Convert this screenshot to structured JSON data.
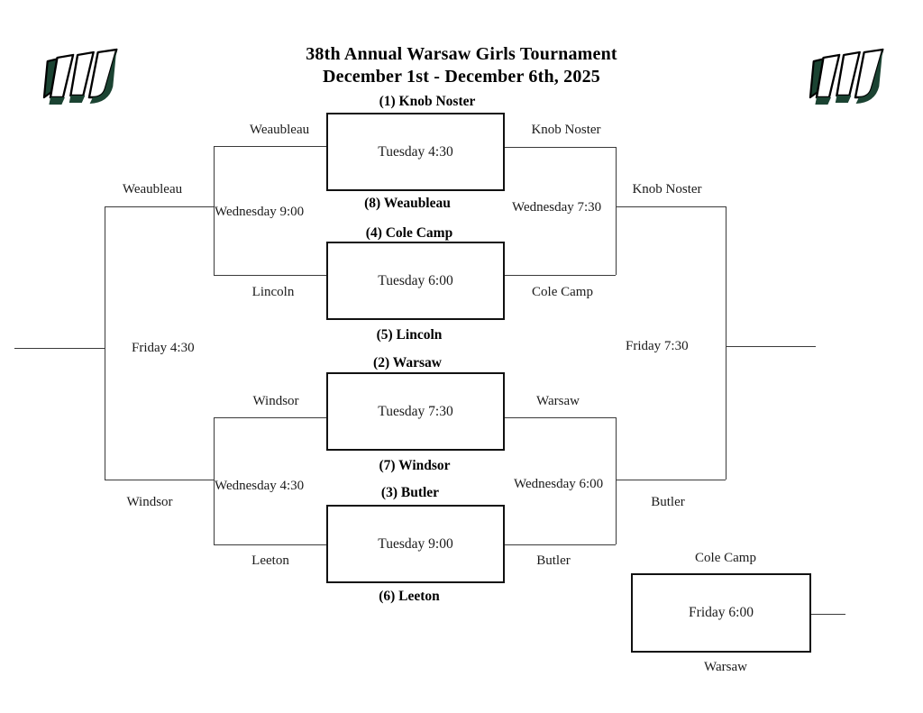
{
  "page": {
    "background": "#ffffff",
    "line_color": "#3a3a3a",
    "box_border_color": "#111111"
  },
  "header": {
    "title_line1": "38th Annual Warsaw Girls Tournament",
    "title_line2": "December 1st - December 6th, 2025"
  },
  "logos": {
    "name": "warsaw-w-logo",
    "green": "#1b4332",
    "outline": "#000000",
    "fill": "#ffffff"
  },
  "bracket": {
    "quarterfinals": [
      {
        "id": "qf1",
        "top_seed_label": "(1)  Knob Noster",
        "bottom_seed_label": "(8) Weaubleau",
        "time": "Tuesday 4:30"
      },
      {
        "id": "qf2",
        "top_seed_label": "(4)  Cole Camp",
        "bottom_seed_label": "(5)  Lincoln",
        "time": "Tuesday 6:00"
      },
      {
        "id": "qf3",
        "top_seed_label": "(2)  Warsaw",
        "bottom_seed_label": "(7)  Windsor",
        "time": "Tuesday 7:30"
      },
      {
        "id": "qf4",
        "top_seed_label": "(3)  Butler",
        "bottom_seed_label": "(6)  Leeton",
        "time": "Tuesday 9:00"
      }
    ],
    "left_consolation": {
      "upper_team": "Weaubleau",
      "lower_team": "Lincoln",
      "time": "Wednesday 9:00"
    },
    "left_consolation_lower": {
      "upper_team": "Windsor",
      "lower_team": "Leeton",
      "time": "Wednesday 4:30"
    },
    "right_semifinal_upper": {
      "upper_team": "Knob Noster",
      "lower_team": "Cole Camp",
      "time": "Wednesday 7:30"
    },
    "right_semifinal_lower": {
      "upper_team": "Warsaw",
      "lower_team": "Butler",
      "time": "Wednesday 6:00"
    },
    "left_outer": {
      "upper_team": "Weaubleau",
      "lower_team": "Windsor",
      "time": "Friday 4:30"
    },
    "right_outer": {
      "upper_team": "Knob Noster",
      "lower_team": "Butler",
      "time": "Friday 7:30"
    },
    "third_place": {
      "upper_team": "Cole Camp",
      "lower_team": "Warsaw",
      "time": "Friday 6:00"
    }
  }
}
